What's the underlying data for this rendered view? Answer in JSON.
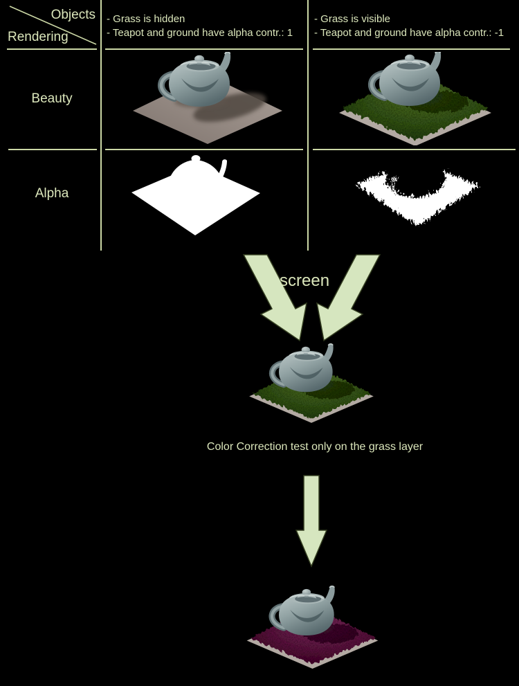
{
  "table": {
    "header": {
      "objects_label": "Objects",
      "rendering_label": "Rendering",
      "col1": {
        "line1": "- Grass is hidden",
        "line2": "- Teapot and ground have alpha contr.: 1"
      },
      "col2": {
        "line1": "- Grass is visible",
        "line2": "- Teapot and ground have alpha contr.: -1"
      }
    },
    "rows": {
      "beauty_label": "Beauty",
      "alpha_label": "Alpha"
    }
  },
  "flow": {
    "blend_mode_label": "screen",
    "caption": "Color Correction test only on the grass layer"
  },
  "colors": {
    "background": "#000000",
    "grid_line": "#ccd8a6",
    "text": "#dbe6bb",
    "arrow_fill": "#d6e6bf",
    "arrow_outline": "#333d20",
    "ground_plane": "#9a8f88",
    "grass_green": "#3c5a1d",
    "grass_color_corrected_purple": "#63154a",
    "teapot_grey": "#9aabad",
    "alpha_matte": "#ffffff"
  }
}
